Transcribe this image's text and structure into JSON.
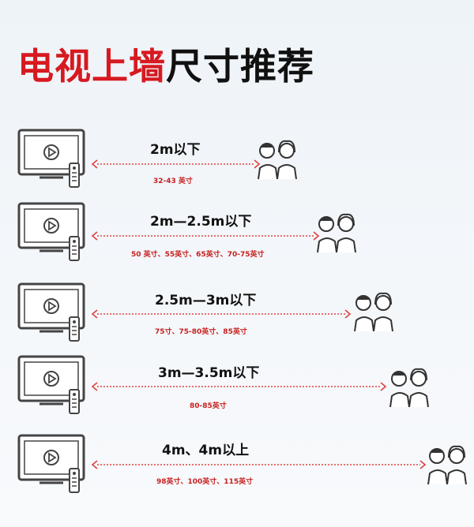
{
  "title": {
    "part_red": "电视上墙",
    "part_black": "尺寸推荐"
  },
  "rows": [
    {
      "distance": "2m以下",
      "sizes": "32-43 英寸"
    },
    {
      "distance": "2m—2.5m以下",
      "sizes": "50 英寸、55英寸、65英寸、70-75英寸"
    },
    {
      "distance": "2.5m—3m以下",
      "sizes": "75寸、75-80英寸、85英寸"
    },
    {
      "distance": "3m—3.5m以下",
      "sizes": "80-85英寸"
    },
    {
      "distance": "4m、4m以上",
      "sizes": "98英寸、100英寸、115英寸"
    }
  ],
  "colors": {
    "title_red": "#d71920",
    "size_red": "#c8201f",
    "arrow_red": "#e04040"
  },
  "icons": [
    "tv-icon",
    "remote-icon",
    "play-icon",
    "couple-icon"
  ]
}
